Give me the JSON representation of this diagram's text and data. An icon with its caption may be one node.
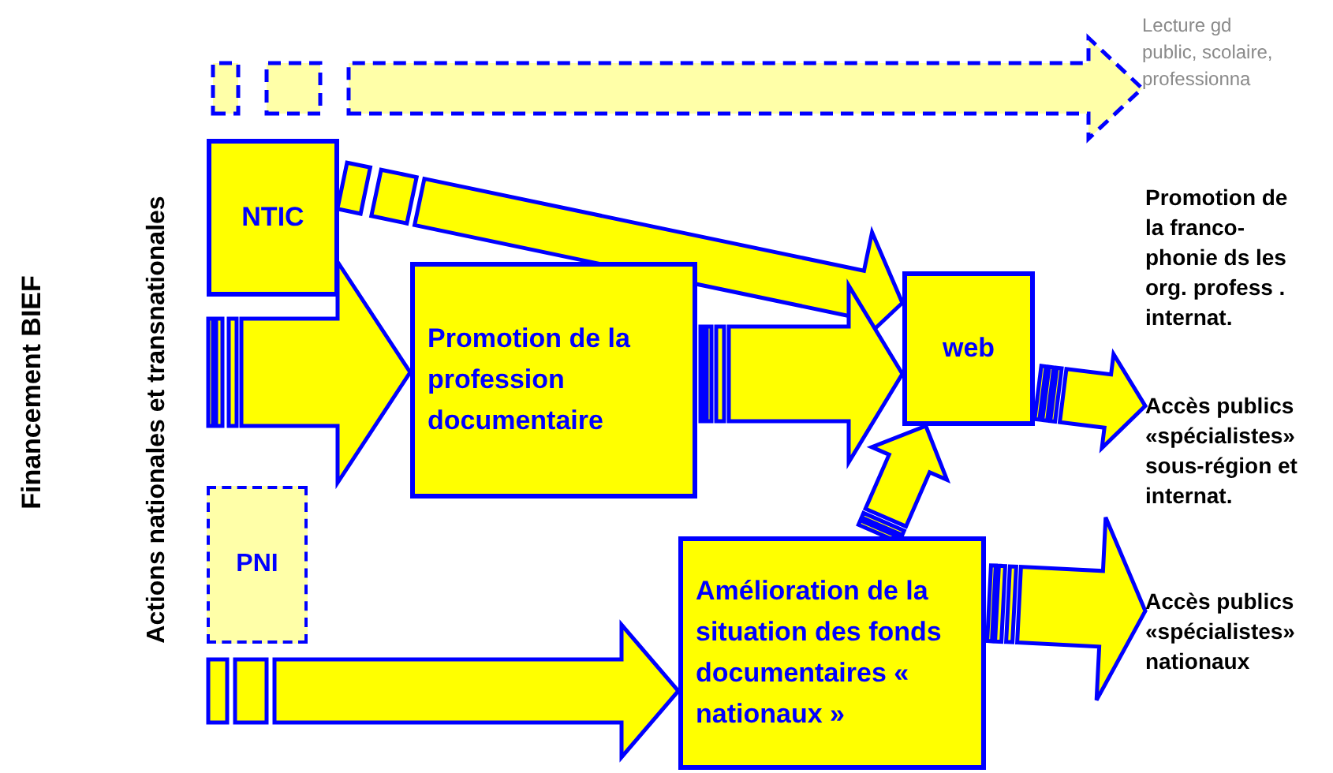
{
  "diagram": {
    "nodes": [
      {
        "text": [
          "NTIC"
        ]
      },
      {
        "text": [
          "PNI"
        ]
      },
      {
        "text": [
          "Promotion de la profession documentaire"
        ]
      },
      {
        "text": [
          "web"
        ]
      },
      {
        "text": [
          "Amélioration de la situation des fonds documentaires « nationaux »"
        ]
      },
      {
        "text": [
          "Lecture gd public, scolaire, professionna"
        ]
      },
      {
        "text": [
          "Accès publics «spécialistes» sous-région et internat."
        ]
      },
      {
        "text": [
          "Accès publics «spécialistes» nationaux"
        ]
      }
    ],
    "edges": [
      {
        "from": null,
        "to": 5,
        "arrow": "to",
        "style": "dashed"
      },
      {
        "from": 0,
        "to": 3,
        "arrow": "to"
      },
      {
        "from": null,
        "to": 2,
        "arrow": "to"
      },
      {
        "from": 2,
        "to": 3,
        "arrow": "to"
      },
      {
        "from": 3,
        "to": 6,
        "arrow": "to"
      },
      {
        "from": 4,
        "to": 3,
        "arrow": "to"
      },
      {
        "from": 4,
        "to": 7,
        "arrow": "to"
      },
      {
        "from": null,
        "to": 4,
        "arrow": "to"
      }
    ],
    "labels": [
      "Financement BIEF",
      "Actions nationales et transnationales",
      "Promotion de la franco-phonie ds les org. profess . internat."
    ]
  }
}
